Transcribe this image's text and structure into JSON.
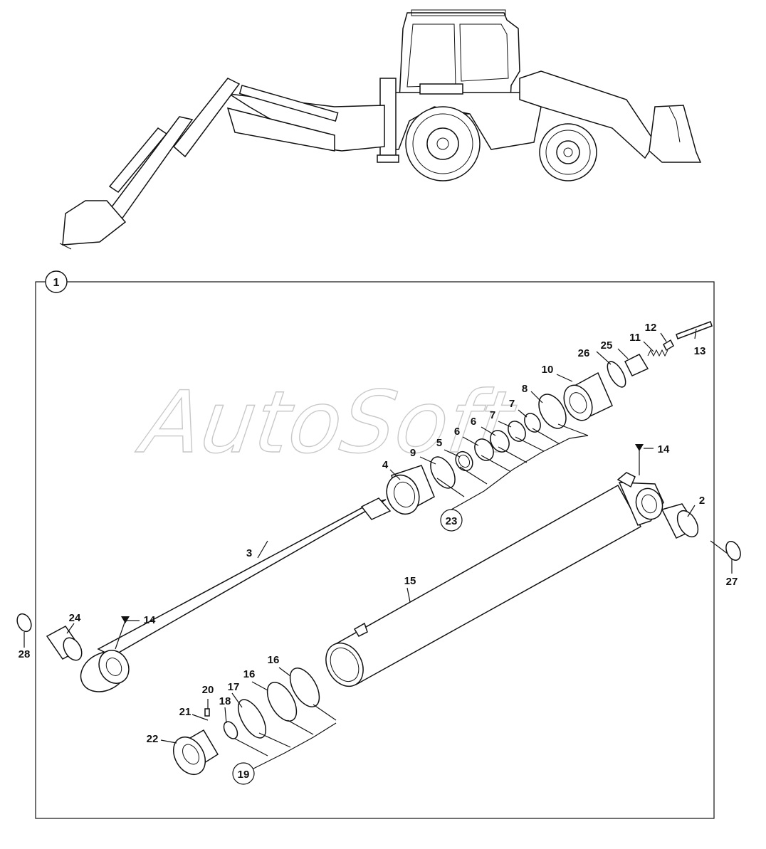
{
  "watermark": "AutoSoft",
  "assembly_label": "1",
  "callouts": {
    "c2": "2",
    "c3": "3",
    "c4": "4",
    "c5": "5",
    "c6a": "6",
    "c6b": "6",
    "c7a": "7",
    "c7b": "7",
    "c8": "8",
    "c9": "9",
    "c10": "10",
    "c11": "11",
    "c12": "12",
    "c13": "13",
    "c14a": "14",
    "c14b": "14",
    "c15": "15",
    "c16a": "16",
    "c16b": "16",
    "c17": "17",
    "c18": "18",
    "c19": "19",
    "c20": "20",
    "c21": "21",
    "c22": "22",
    "c23": "23",
    "c24": "24",
    "c25": "25",
    "c26": "26",
    "c27": "27",
    "c28": "28"
  },
  "icons": {
    "machine": "backhoe-loader-illustration",
    "lube": "grease-point-triangle-icon"
  }
}
